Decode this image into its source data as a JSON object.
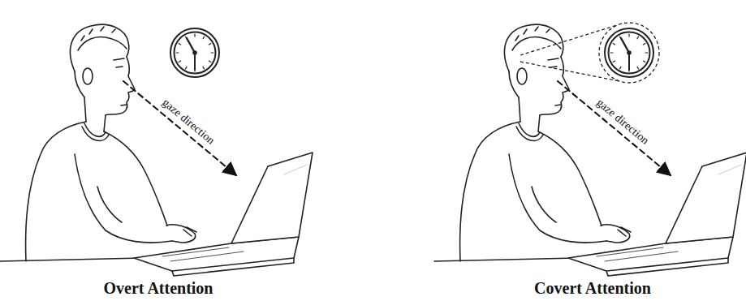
{
  "diagram": {
    "labels": [
      "gaze direction",
      "Overt Attention",
      "gaze direction",
      "Covert Attention"
    ]
  }
}
